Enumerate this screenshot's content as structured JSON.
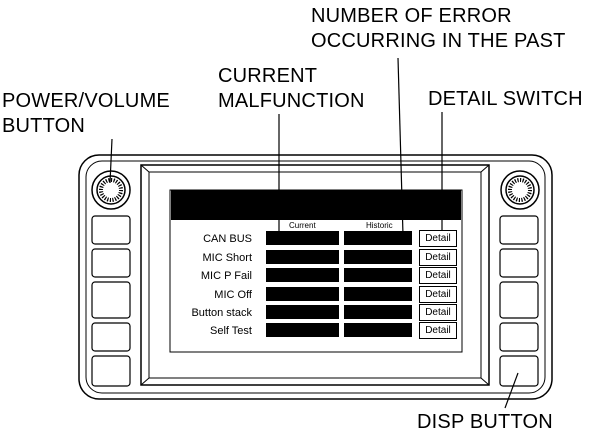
{
  "callouts": {
    "power_line1": "POWER/VOLUME",
    "power_line2": "BUTTON",
    "current_line1": "CURRENT",
    "current_line2": "MALFUNCTION",
    "number_line1": "NUMBER OF ERROR",
    "number_line2": "OCCURRING IN THE PAST",
    "detail_switch": "DETAIL SWITCH",
    "disp_button": "DISP BUTTON"
  },
  "screen": {
    "columns": {
      "current": "Current",
      "historic": "Historic"
    },
    "rows": [
      {
        "label": "CAN BUS",
        "detail": "Detail"
      },
      {
        "label": "MIC Short",
        "detail": "Detail"
      },
      {
        "label": "MIC P Fail",
        "detail": "Detail"
      },
      {
        "label": "MIC Off",
        "detail": "Detail"
      },
      {
        "label": "Button stack",
        "detail": "Detail"
      },
      {
        "label": "Self Test",
        "detail": "Detail"
      }
    ]
  }
}
